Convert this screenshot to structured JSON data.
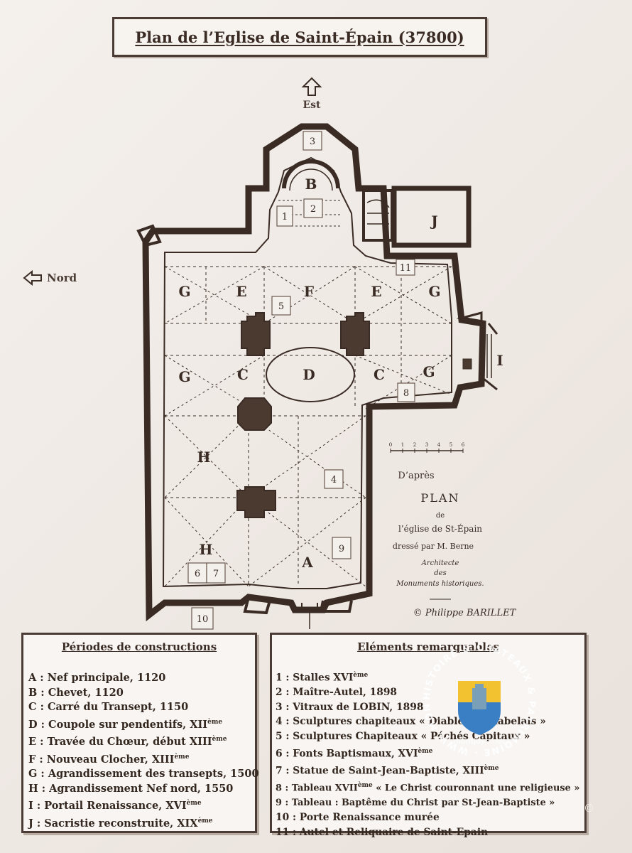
{
  "title": "Plan de l’Eglise de Saint-Épain (37800)",
  "compass": {
    "east": "Est",
    "north": "Nord"
  },
  "zones": {
    "A": "A",
    "B": "B",
    "C": "C",
    "D": "D",
    "E": "E",
    "F": "F",
    "G": "G",
    "H": "H",
    "I": "I",
    "J": "J"
  },
  "markers": [
    "1",
    "2",
    "3",
    "4",
    "5",
    "6",
    "7",
    "8",
    "9",
    "10",
    "11"
  ],
  "scale_bar": {
    "labels": [
      "0",
      "1",
      "2",
      "3",
      "4",
      "5",
      "6"
    ]
  },
  "attribution": {
    "line1": "D’après",
    "line2": "PLAN",
    "line3": "de",
    "line4": "l’église de St-Épain",
    "line5": "dressé par M. Berne",
    "line6": "Architecte",
    "line7": "des",
    "line8": "Monuments historiques.",
    "credit": "© Philippe BARILLET"
  },
  "periods": {
    "heading": "Périodes de constructions",
    "items": [
      "A : Nef principale, 1120",
      "B : Chevet, 1120",
      "C : Carré du Transept, 1150",
      "D : Coupole sur pendentifs, XIIème",
      "E : Travée du Chœur, début XIIIème",
      "F : Nouveau Clocher, XIIIème",
      "G : Agrandissement des transepts, 1500",
      "H : Agrandissement Nef nord, 1550",
      "I : Portail Renaissance, XVIème",
      "J : Sacristie reconstruite, XIXème"
    ]
  },
  "elements": {
    "heading": "Eléments remarquables",
    "items": [
      "1 : Stalles XVIème",
      "2 : Maître-Autel, 1898",
      "3 : Vitraux de LOBIN, 1898",
      "4 : Sculptures chapiteaux « Diables de Rabelais »",
      "5 : Sculptures Chapiteaux « Péchés Capitaux »",
      "6 : Fonts Baptismaux, XVIème",
      "7 : Statue de Saint-Jean-Baptiste, XIIIème",
      "8 : Tableau XVIIème « Le Christ couronnant une religieuse »",
      "9 : Tableau : Baptême du Christ par St-Jean-Baptiste »",
      "10 : Porte Renaissance murée",
      "11 : Autel et Reliquaire de Saint-Epain"
    ]
  },
  "watermark": {
    "ring_text": "HISTOIRE & CHATEAUX & PATRIMOINE - WWW.MONTJOYE.NET",
    "site": "montjoye.net",
    "colors": {
      "shield_top": "#f2c230",
      "shield_bottom": "#3a7fc4"
    }
  },
  "copyright_symbol": "©"
}
